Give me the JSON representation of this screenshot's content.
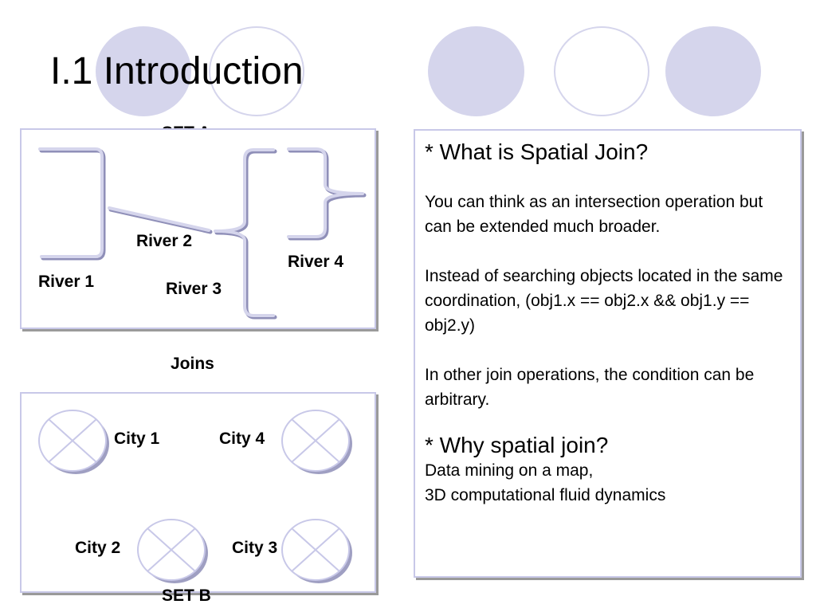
{
  "slide": {
    "title": "I.1 Introduction"
  },
  "set_a": {
    "label": "SET A",
    "rivers": [
      "River 1",
      "River 2",
      "River 3",
      "River 4"
    ]
  },
  "joins_label": "Joins",
  "set_b": {
    "label": "SET B",
    "cities": [
      "City 1",
      "City 2",
      "City 3",
      "City 4"
    ]
  },
  "text_box": {
    "q1": "* What is Spatial Join?",
    "p1": "You can think as an intersection operation but can be extended much broader.",
    "p2": "Instead of searching objects located in the same coordination, (obj1.x == obj2.x && obj1.y == obj2.y)",
    "p3": "In other join operations, the condition can be arbitrary.",
    "q2": "* Why spatial join?",
    "line1": "Data mining on a map,",
    "line2": "3D computational fluid dynamics"
  },
  "colors": {
    "accent": "#d5d5ec",
    "border": "#c8c8e8",
    "shadow": "#9a9a9a"
  }
}
